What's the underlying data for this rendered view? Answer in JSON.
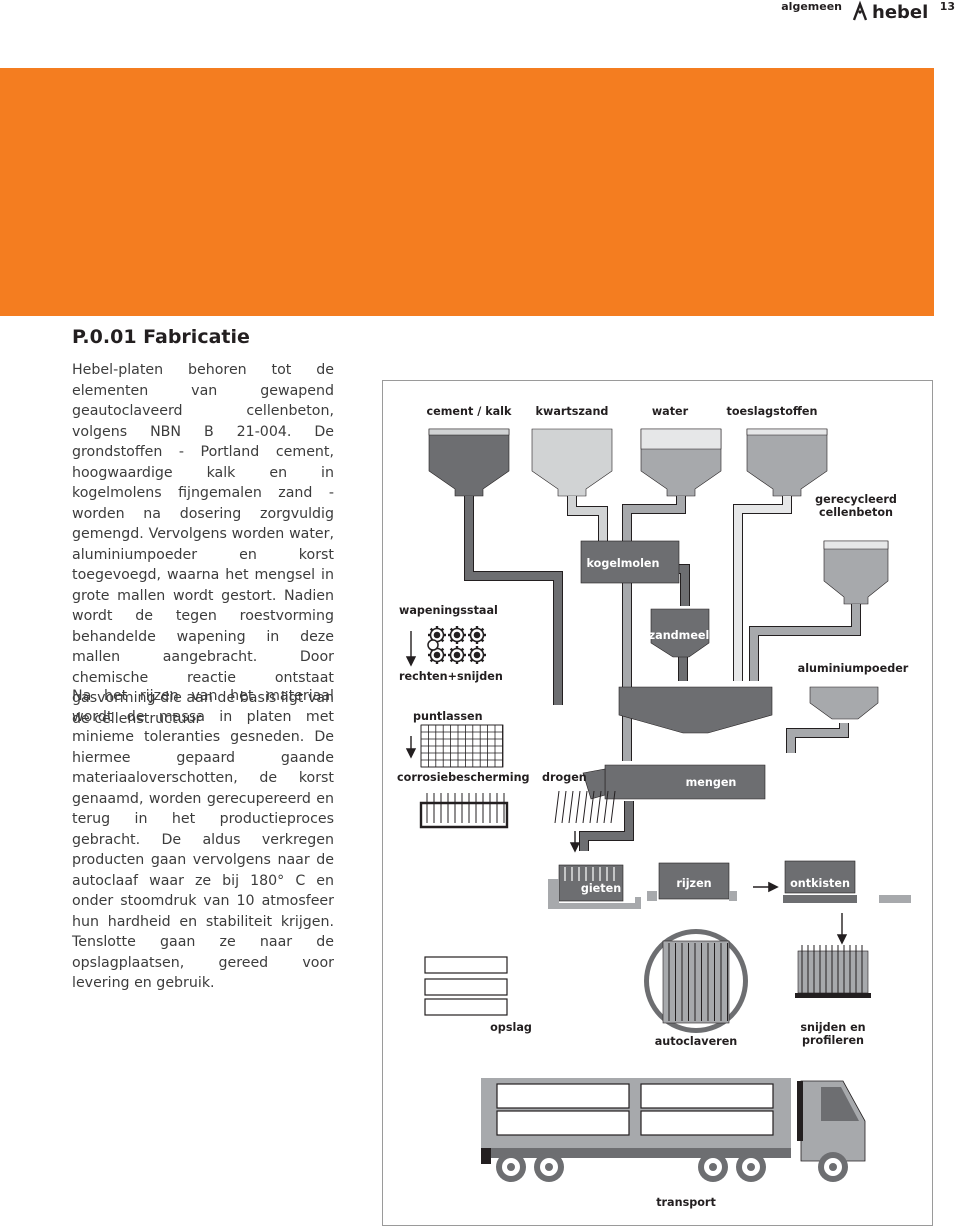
{
  "header": {
    "section": "algemeen",
    "brand": "hebel",
    "page_number": "13"
  },
  "colors": {
    "banner": "#f47d20",
    "dark_grey": "#6d6e71",
    "mid_grey": "#a7a9ac",
    "light_grey": "#d1d3d4"
  },
  "title": "P.0.01 Fabricatie",
  "paragraphs": [
    "Hebel-platen behoren tot de elementen van gewapend geautoclaveerd cellenbeton, volgens NBN B 21-004. De grondstoffen - Portland cement, hoogwaardige kalk en in kogelmolens fijngemalen zand - worden na dosering zorgvuldig gemengd. Vervolgens worden water, aluminiumpoeder en korst toegevoegd, waarna het mengsel in grote mallen wordt gestort. Nadien wordt de tegen roestvorming behandelde wapening in deze mallen aangebracht. Door chemische reactie ontstaat gasvorming die aan de basis ligt van de cellenstructuur",
    "Na het rijzen van het materiaal wordt de massa in platen met minieme toleranties gesneden. De hiermee gepaard gaande materiaaloverschotten, de korst genaamd, worden gerecupereerd en terug in het productieproces gebracht. De aldus verkregen producten gaan vervolgens naar de autoclaaf waar ze bij 180° C en onder stoomdruk van 10 atmosfeer hun hardheid en stabiliteit krijgen. Tenslotte gaan ze naar de opslagplaatsen, gereed voor levering en gebruik."
  ],
  "diagram": {
    "cement_kalk": "cement / kalk",
    "kwartszand": "kwartszand",
    "water": "water",
    "toeslagstoffen": "toeslagstoffen",
    "gerecycleerd": "gerecycleerd cellenbeton",
    "kogelmolen": "kogelmolen",
    "wapeningsstaal": "wapeningsstaal",
    "zandmeel": "zandmeel",
    "rechten_snijden": "rechten+snijden",
    "aluminiumpoeder": "aluminiumpoeder",
    "puntlassen": "puntlassen",
    "corrosiebescherming": "corrosiebescherming",
    "drogen": "drogen",
    "mengen": "mengen",
    "gieten": "gieten",
    "rijzen": "rijzen",
    "ontkisten": "ontkisten",
    "opslag": "opslag",
    "autoclaveren": "autoclaveren",
    "snijden_profileren": "snijden en profileren",
    "transport": "transport"
  }
}
